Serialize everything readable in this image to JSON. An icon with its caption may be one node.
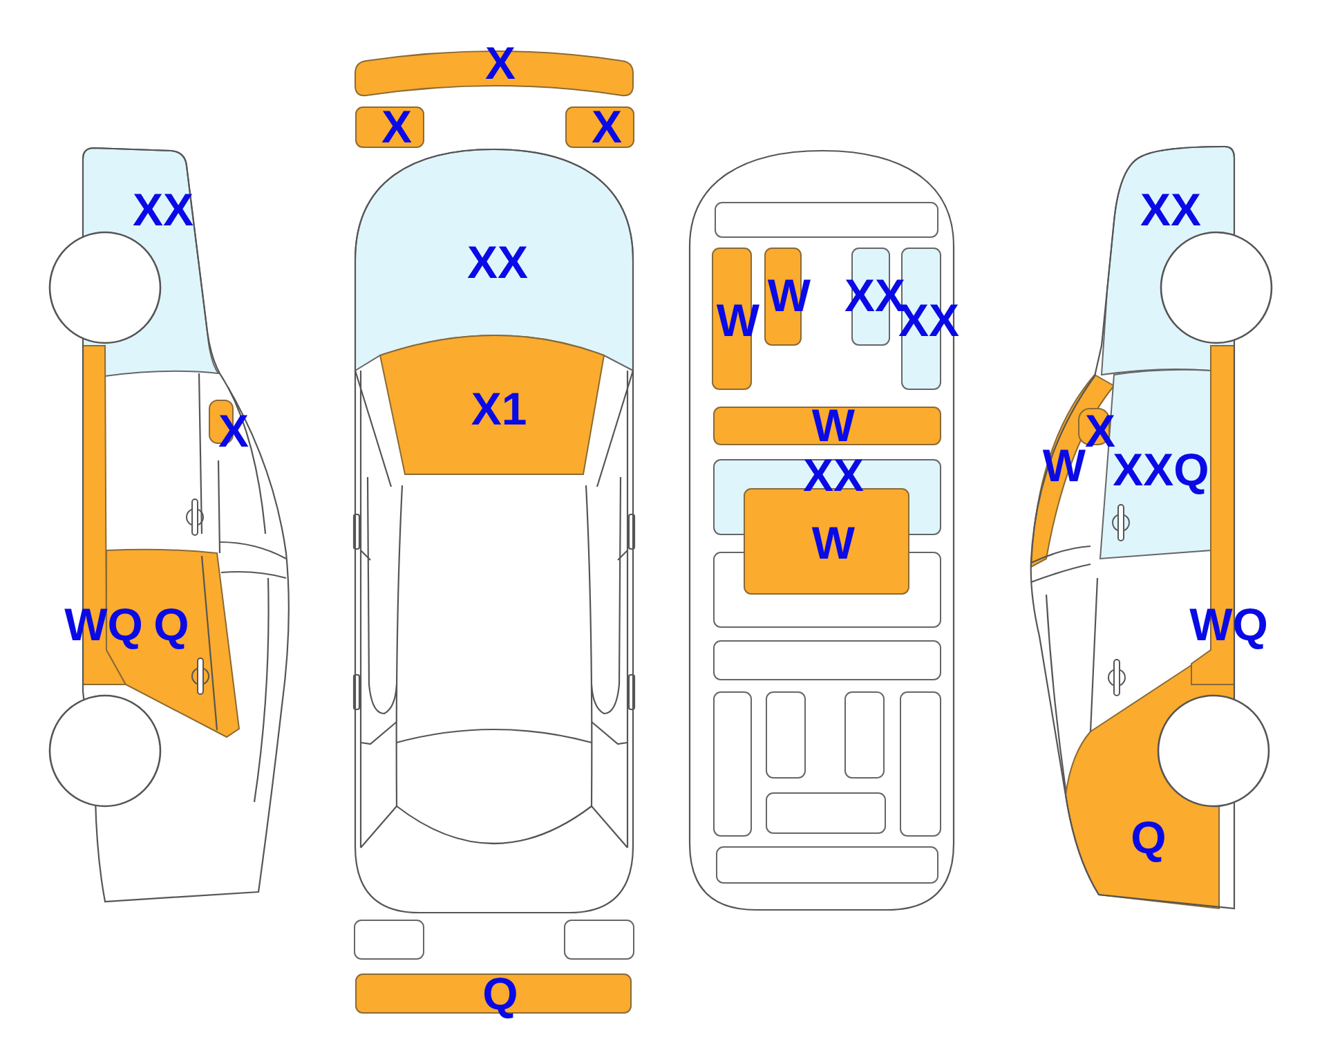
{
  "diagram": {
    "nodes": [
      {
        "text": [
          "XX"
        ]
      },
      {
        "text": [
          "X"
        ]
      },
      {
        "text": [
          "WQ"
        ]
      },
      {
        "text": [
          "Q"
        ]
      },
      {
        "text": [
          "X"
        ]
      },
      {
        "text": [
          "X"
        ]
      },
      {
        "text": [
          "X"
        ]
      },
      {
        "text": [
          "XX"
        ]
      },
      {
        "text": [
          "X1"
        ]
      },
      {
        "text": [],
        "shape": "box"
      },
      {
        "text": [],
        "shape": "box"
      },
      {
        "text": [
          "Q"
        ]
      },
      {
        "text": [],
        "shape": "box"
      },
      {
        "text": [
          "W"
        ]
      },
      {
        "text": [
          "W"
        ]
      },
      {
        "text": [
          "XX"
        ]
      },
      {
        "text": [
          "XX"
        ]
      },
      {
        "text": [
          "W"
        ]
      },
      {
        "text": [
          "XX"
        ]
      },
      {
        "text": [
          "W"
        ]
      },
      {
        "text": [],
        "shape": "box"
      },
      {
        "text": [],
        "shape": "box"
      },
      {
        "text": [],
        "shape": "box"
      },
      {
        "text": [],
        "shape": "box"
      },
      {
        "text": [],
        "shape": "box"
      },
      {
        "text": [],
        "shape": "box"
      },
      {
        "text": [],
        "shape": "box"
      },
      {
        "text": [],
        "shape": "box"
      },
      {
        "text": [
          "XX"
        ]
      },
      {
        "text": [
          "X"
        ]
      },
      {
        "text": [
          "W"
        ]
      },
      {
        "text": [
          "XXQ"
        ]
      },
      {
        "text": [
          "WQ"
        ]
      },
      {
        "text": [
          "Q"
        ]
      }
    ]
  }
}
